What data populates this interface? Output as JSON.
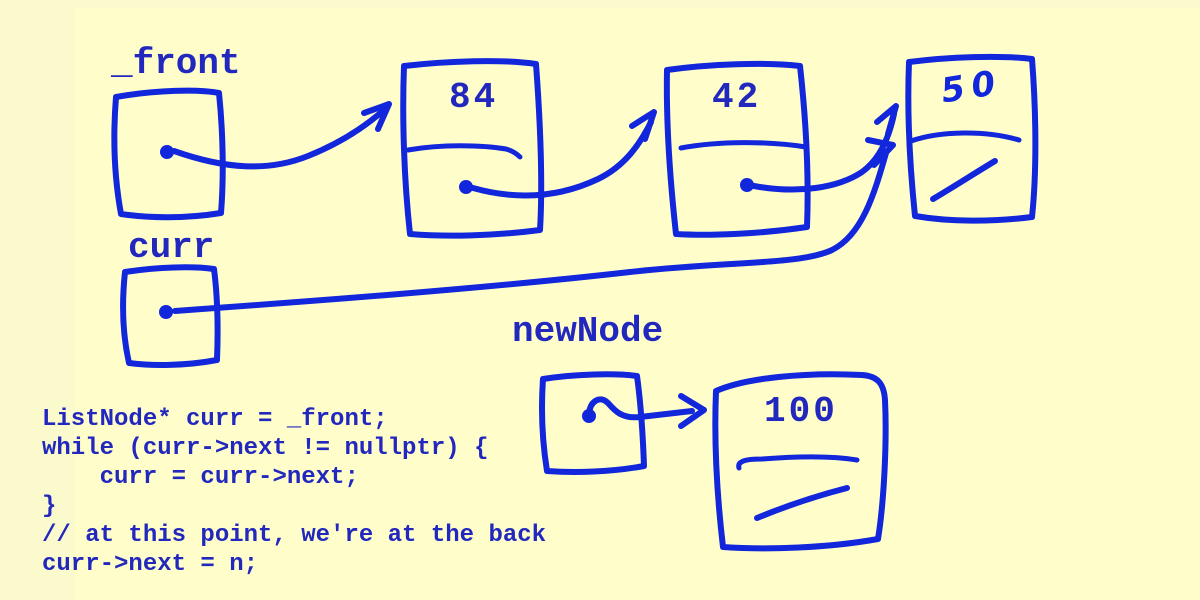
{
  "colors": {
    "background": "#FAFACD",
    "background_main": "#FFFECB",
    "ink_blue": "#1226DC",
    "text_blue": "#2227BE"
  },
  "pointers": {
    "front": {
      "label": "_front"
    },
    "curr": {
      "label": "curr"
    },
    "newnode": {
      "label": "newNode"
    }
  },
  "nodes": [
    {
      "value": "84"
    },
    {
      "value": "42"
    },
    {
      "value": "50"
    },
    {
      "value": "100"
    }
  ],
  "code": {
    "lines": [
      "ListNode* curr = _front;",
      "while (curr->next != nullptr) {",
      "    curr = curr->next;",
      "}",
      "// at this point, we're at the back",
      "curr->next = n;"
    ]
  }
}
